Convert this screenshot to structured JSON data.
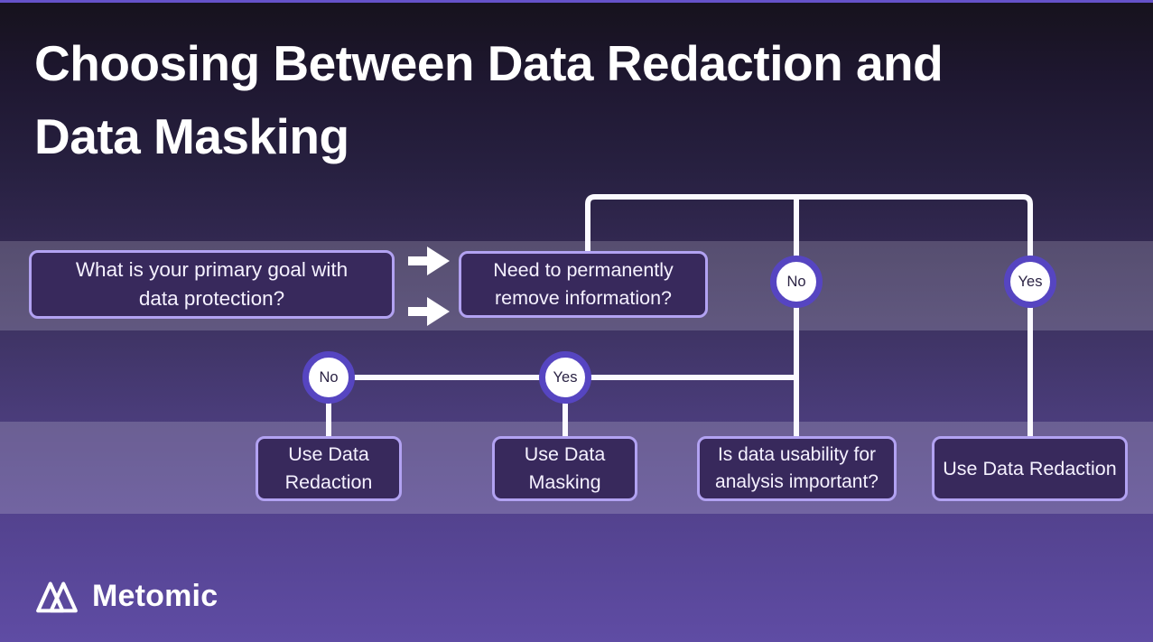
{
  "page": {
    "title": "Choosing Between Data Redaction and\nData Masking"
  },
  "flowchart": {
    "q1": {
      "label": "What is your primary goal with data protection?"
    },
    "q2": {
      "label": "Need to permanently remove information?"
    },
    "q3": {
      "label": "Is data usability for analysis important?"
    },
    "result_no_branch": {
      "label": "Use Data Redaction"
    },
    "result_yes_branch": {
      "label": "Use Data Masking"
    },
    "result_right": {
      "label": "Use Data Redaction"
    },
    "branches": {
      "top_no": "No",
      "top_yes": "Yes",
      "mid_no": "No",
      "mid_yes": "Yes"
    }
  },
  "branding": {
    "logo_text": "Metomic"
  },
  "colors": {
    "top_accent": "#6552c8",
    "node_fill": "#38295c",
    "node_border": "#b2a2f2",
    "decision_ring": "#5645c1",
    "decision_fill": "#ffffff",
    "connector": "#fbfaff",
    "band_overlay": "rgba(255,255,255,0.18)",
    "title_text": "#ffffff",
    "decision_text": "#2b2344"
  }
}
